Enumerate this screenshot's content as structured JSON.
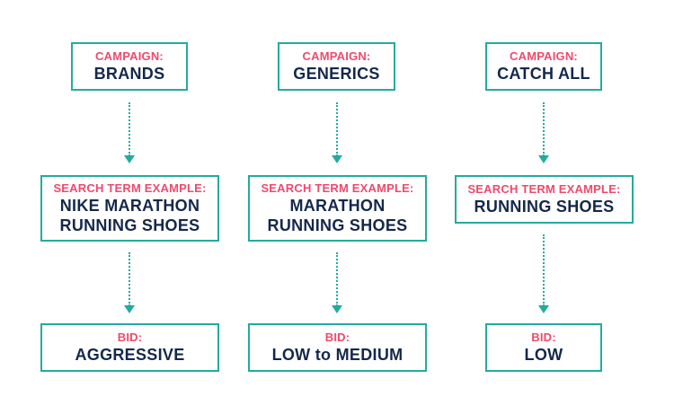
{
  "columns": [
    {
      "campaign": {
        "label": "CAMPAIGN:",
        "value": "BRANDS"
      },
      "search_term": {
        "label": "SEARCH TERM EXAMPLE:",
        "line1": "NIKE MARATHON",
        "line2": "RUNNING SHOES"
      },
      "bid": {
        "label": "BID:",
        "value": "AGGRESSIVE"
      }
    },
    {
      "campaign": {
        "label": "CAMPAIGN:",
        "value": "GENERICS"
      },
      "search_term": {
        "label": "SEARCH TERM EXAMPLE:",
        "line1": "MARATHON",
        "line2": "RUNNING SHOES"
      },
      "bid": {
        "label": "BID:",
        "value": "LOW to MEDIUM"
      }
    },
    {
      "campaign": {
        "label": "CAMPAIGN:",
        "value": "CATCH ALL"
      },
      "search_term": {
        "label": "SEARCH TERM EXAMPLE:",
        "line1": "RUNNING SHOES"
      },
      "bid": {
        "label": "BID:",
        "value": "LOW"
      }
    }
  ],
  "colors": {
    "border": "#23ab9c",
    "label": "#ef4a6b",
    "value": "#14284b"
  }
}
